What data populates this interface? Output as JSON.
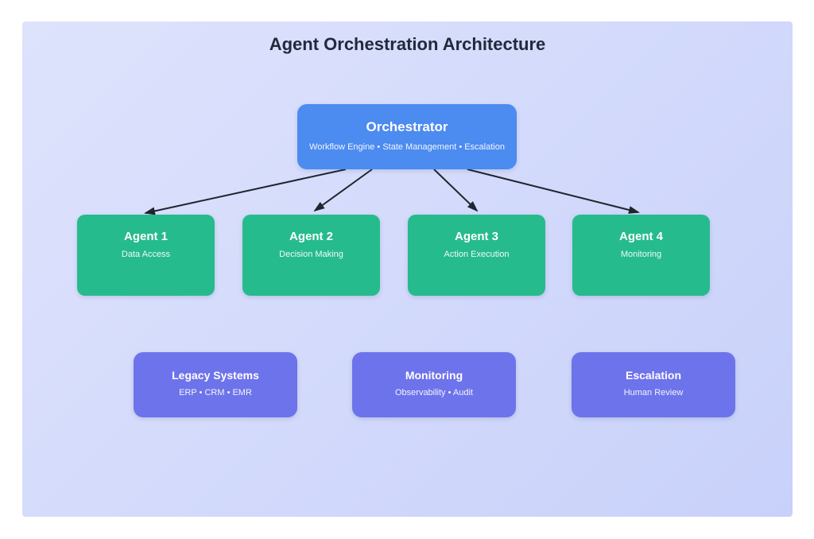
{
  "title": "Agent Orchestration Architecture",
  "diagram": {
    "orchestrator": {
      "title": "Orchestrator",
      "subtitle": "Workflow Engine • State Management • Escalation"
    },
    "agents": [
      {
        "title": "Agent 1",
        "subtitle": "Data Access"
      },
      {
        "title": "Agent 2",
        "subtitle": "Decision Making"
      },
      {
        "title": "Agent 3",
        "subtitle": "Action Execution"
      },
      {
        "title": "Agent 4",
        "subtitle": "Monitoring"
      }
    ],
    "services": [
      {
        "title": "Legacy Systems",
        "subtitle": "ERP • CRM • EMR"
      },
      {
        "title": "Monitoring",
        "subtitle": "Observability • Audit"
      },
      {
        "title": "Escalation",
        "subtitle": "Human Review"
      }
    ]
  },
  "colors": {
    "page-bg": "#ffffff",
    "canvas-start": "#dee3fc",
    "canvas-end": "#c8d1fa",
    "orchestrator": "#4c8bf0",
    "agent": "#26bb8c",
    "service": "#6d73ea",
    "arrow": "#20252e",
    "title-text": "#202a3c",
    "box-text": "#ffffff"
  }
}
